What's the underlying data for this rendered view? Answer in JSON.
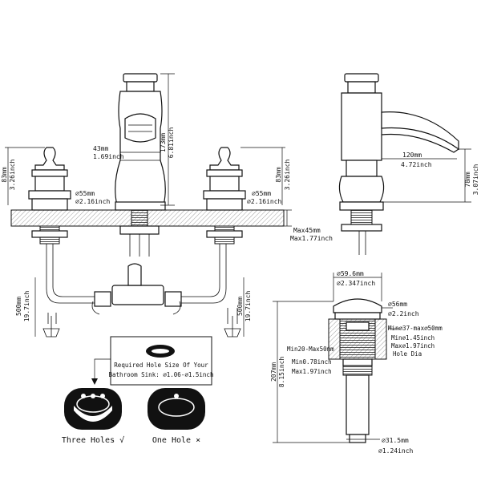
{
  "colors": {
    "line": "#111111",
    "hatch": "#cfcfcf",
    "background": "#ffffff",
    "panel": "#000000"
  },
  "front_view": {
    "spout_height": {
      "mm": "173mm",
      "inch": "6.81inch"
    },
    "spout_width": {
      "mm": "43mm",
      "inch": "1.69inch"
    },
    "handle_left_height": {
      "mm": "83mm",
      "inch": "3.26inch"
    },
    "handle_right_height": {
      "mm": "83mm",
      "inch": "3.26inch"
    },
    "handle_left_base": {
      "mm": "⌀55mm",
      "inch": "⌀2.16inch"
    },
    "handle_right_base": {
      "mm": "⌀55mm",
      "inch": "⌀2.16inch"
    },
    "counter_max": {
      "mm": "Max45mm",
      "inch": "Max1.77inch"
    },
    "hose_left": {
      "mm": "500mm",
      "inch": "19.7inch"
    },
    "hose_right": {
      "mm": "500mm",
      "inch": "19.7inch"
    }
  },
  "side_view": {
    "reach": {
      "mm": "120mm",
      "inch": "4.72inch"
    },
    "height": {
      "mm": "78mm",
      "inch": "3.07inch"
    }
  },
  "drain_view": {
    "cap_dia": {
      "mm": "⌀59.6mm",
      "inch": "⌀2.347inch"
    },
    "flange_dia": {
      "mm": "⌀56mm",
      "inch": "⌀2.2inch"
    },
    "hole_dia": {
      "line1": "Min⌀37-max⌀50mm",
      "line2": "Min⌀1.45inch",
      "line3": "Max⌀1.97inch",
      "line4": "Hole Dia"
    },
    "thickness": {
      "mm": "Min20-Max50mm",
      "line2": "Min0.78inch",
      "line3": "Max1.97inch"
    },
    "length": {
      "mm": "207mm",
      "inch": "8.15inch"
    },
    "tail_dia": {
      "mm": "⌀31.5mm",
      "inch": "⌀1.24inch"
    }
  },
  "sink_info": {
    "line1": "Required Hole Size Of Your",
    "line2": "Bathroom Sink: ⌀1.06-⌀1.5inch",
    "option_three": "Three Holes √",
    "option_one": "One Hole ×"
  }
}
